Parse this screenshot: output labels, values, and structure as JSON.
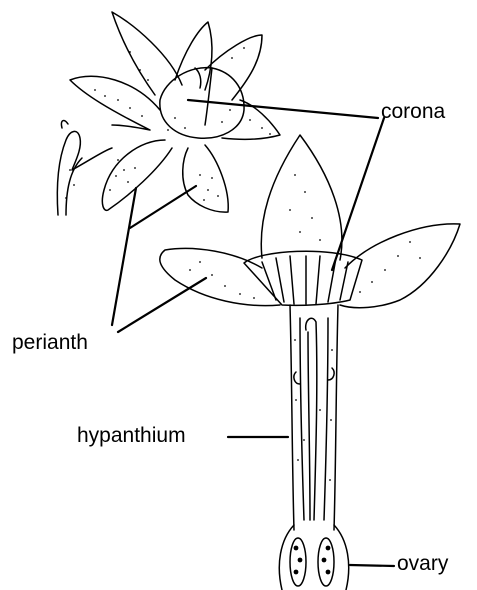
{
  "labels": {
    "corona": "corona",
    "perianth": "perianth",
    "hypanthium": "hypanthium",
    "ovary": "ovary"
  },
  "colors": {
    "ink": "#000000",
    "background": "#ffffff"
  }
}
